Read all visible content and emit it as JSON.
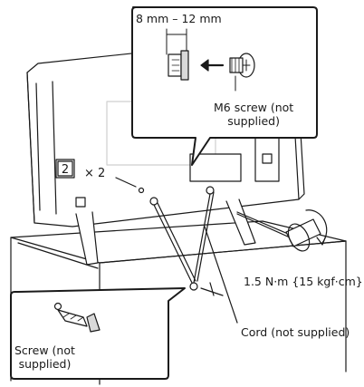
{
  "labels": {
    "dimension": "8 mm – 12 mm",
    "m6_screw_line1": "M6 screw (not",
    "m6_screw_line2": "supplied)",
    "torque": "1.5 N·m {15 kgf·cm}",
    "cord": "Cord (not supplied)",
    "screw_line1": "Screw (not",
    "screw_line2": "supplied)",
    "step_number": "2",
    "quantity": "× 2"
  },
  "icons": [
    "tv-rear-outline",
    "stand-bench",
    "m6-screw-icon",
    "wood-screw-icon",
    "screwdriver-icon",
    "rotation-arrow-icon",
    "cord-loop-icon",
    "step-number-box-icon"
  ],
  "colors": {
    "line": "#1a1a1a",
    "panel": "#ffffff",
    "screw_fill": "#d9d9d9"
  }
}
